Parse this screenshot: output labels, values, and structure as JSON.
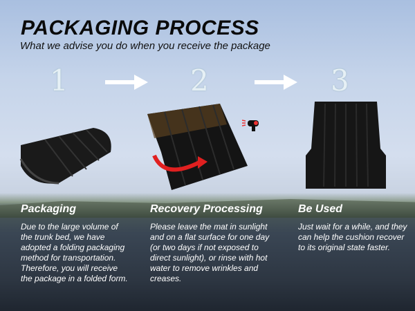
{
  "title": "PACKAGING PROCESS",
  "subtitle": "What we advise you do when you receive the package",
  "steps": [
    {
      "number": "1",
      "heading": "Packaging",
      "text": "Due to the large volume of the trunk bed, we have adopted a folding packaging method for transportation. Therefore, you will receive the package in a folded form."
    },
    {
      "number": "2",
      "heading": "Recovery Processing",
      "text": "Please leave the mat in sunlight and on a flat surface for one day (or two days if not exposed to direct sunlight), or rinse with hot water to remove wrinkles and creases."
    },
    {
      "number": "3",
      "heading": "Be Used",
      "text": "Just wait for a  while, and they can help the cushion recover to its original state faster."
    }
  ]
}
